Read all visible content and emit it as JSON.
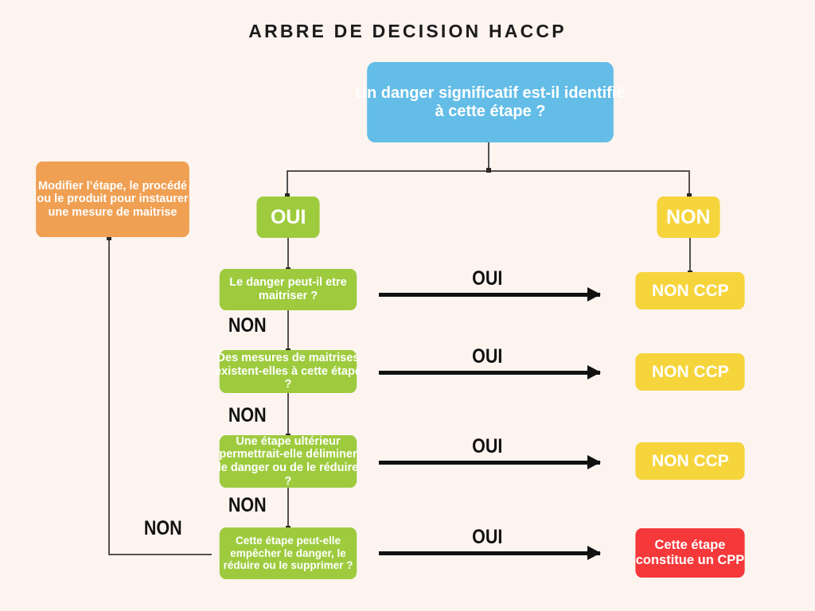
{
  "title": "ARBRE DE DECISION HACCP",
  "colors": {
    "background": "#fdf4f0",
    "blue": "#63bde7",
    "green": "#9ecb3e",
    "yellow": "#f6d43c",
    "orange": "#f0a053",
    "red": "#f5383a",
    "line": "#55504f",
    "arrow": "#111111",
    "text_dark": "#1b1b1b"
  },
  "nodes": {
    "root": "Un danger significatif est-il identifié à cette étape ?",
    "modify": "Modifier l’étape, le procédé ou le produit pour instaurer une mesure de maitrise",
    "branch_oui": "OUI",
    "branch_non": "NON",
    "q1": "Le danger peut-il etre maitriser ?",
    "q2": "Des mesures de maitrises existent-elles à cette étape ?",
    "q3": "Une étape ultérieur permettrait-elle déliminer le danger ou de le réduire ?",
    "q4": "Cette étape peut-elle empêcher le danger, le réduire ou le supprimer ?",
    "r1": "NON CCP",
    "r2": "NON CCP",
    "r3": "NON CCP",
    "r4": "Cette étape constitue un CPP"
  },
  "edge_labels": {
    "oui_1": "OUI",
    "oui_2": "OUI",
    "oui_3": "OUI",
    "oui_4": "OUI",
    "non_1": "NON",
    "non_2": "NON",
    "non_3": "NON",
    "non_4": "NON"
  }
}
